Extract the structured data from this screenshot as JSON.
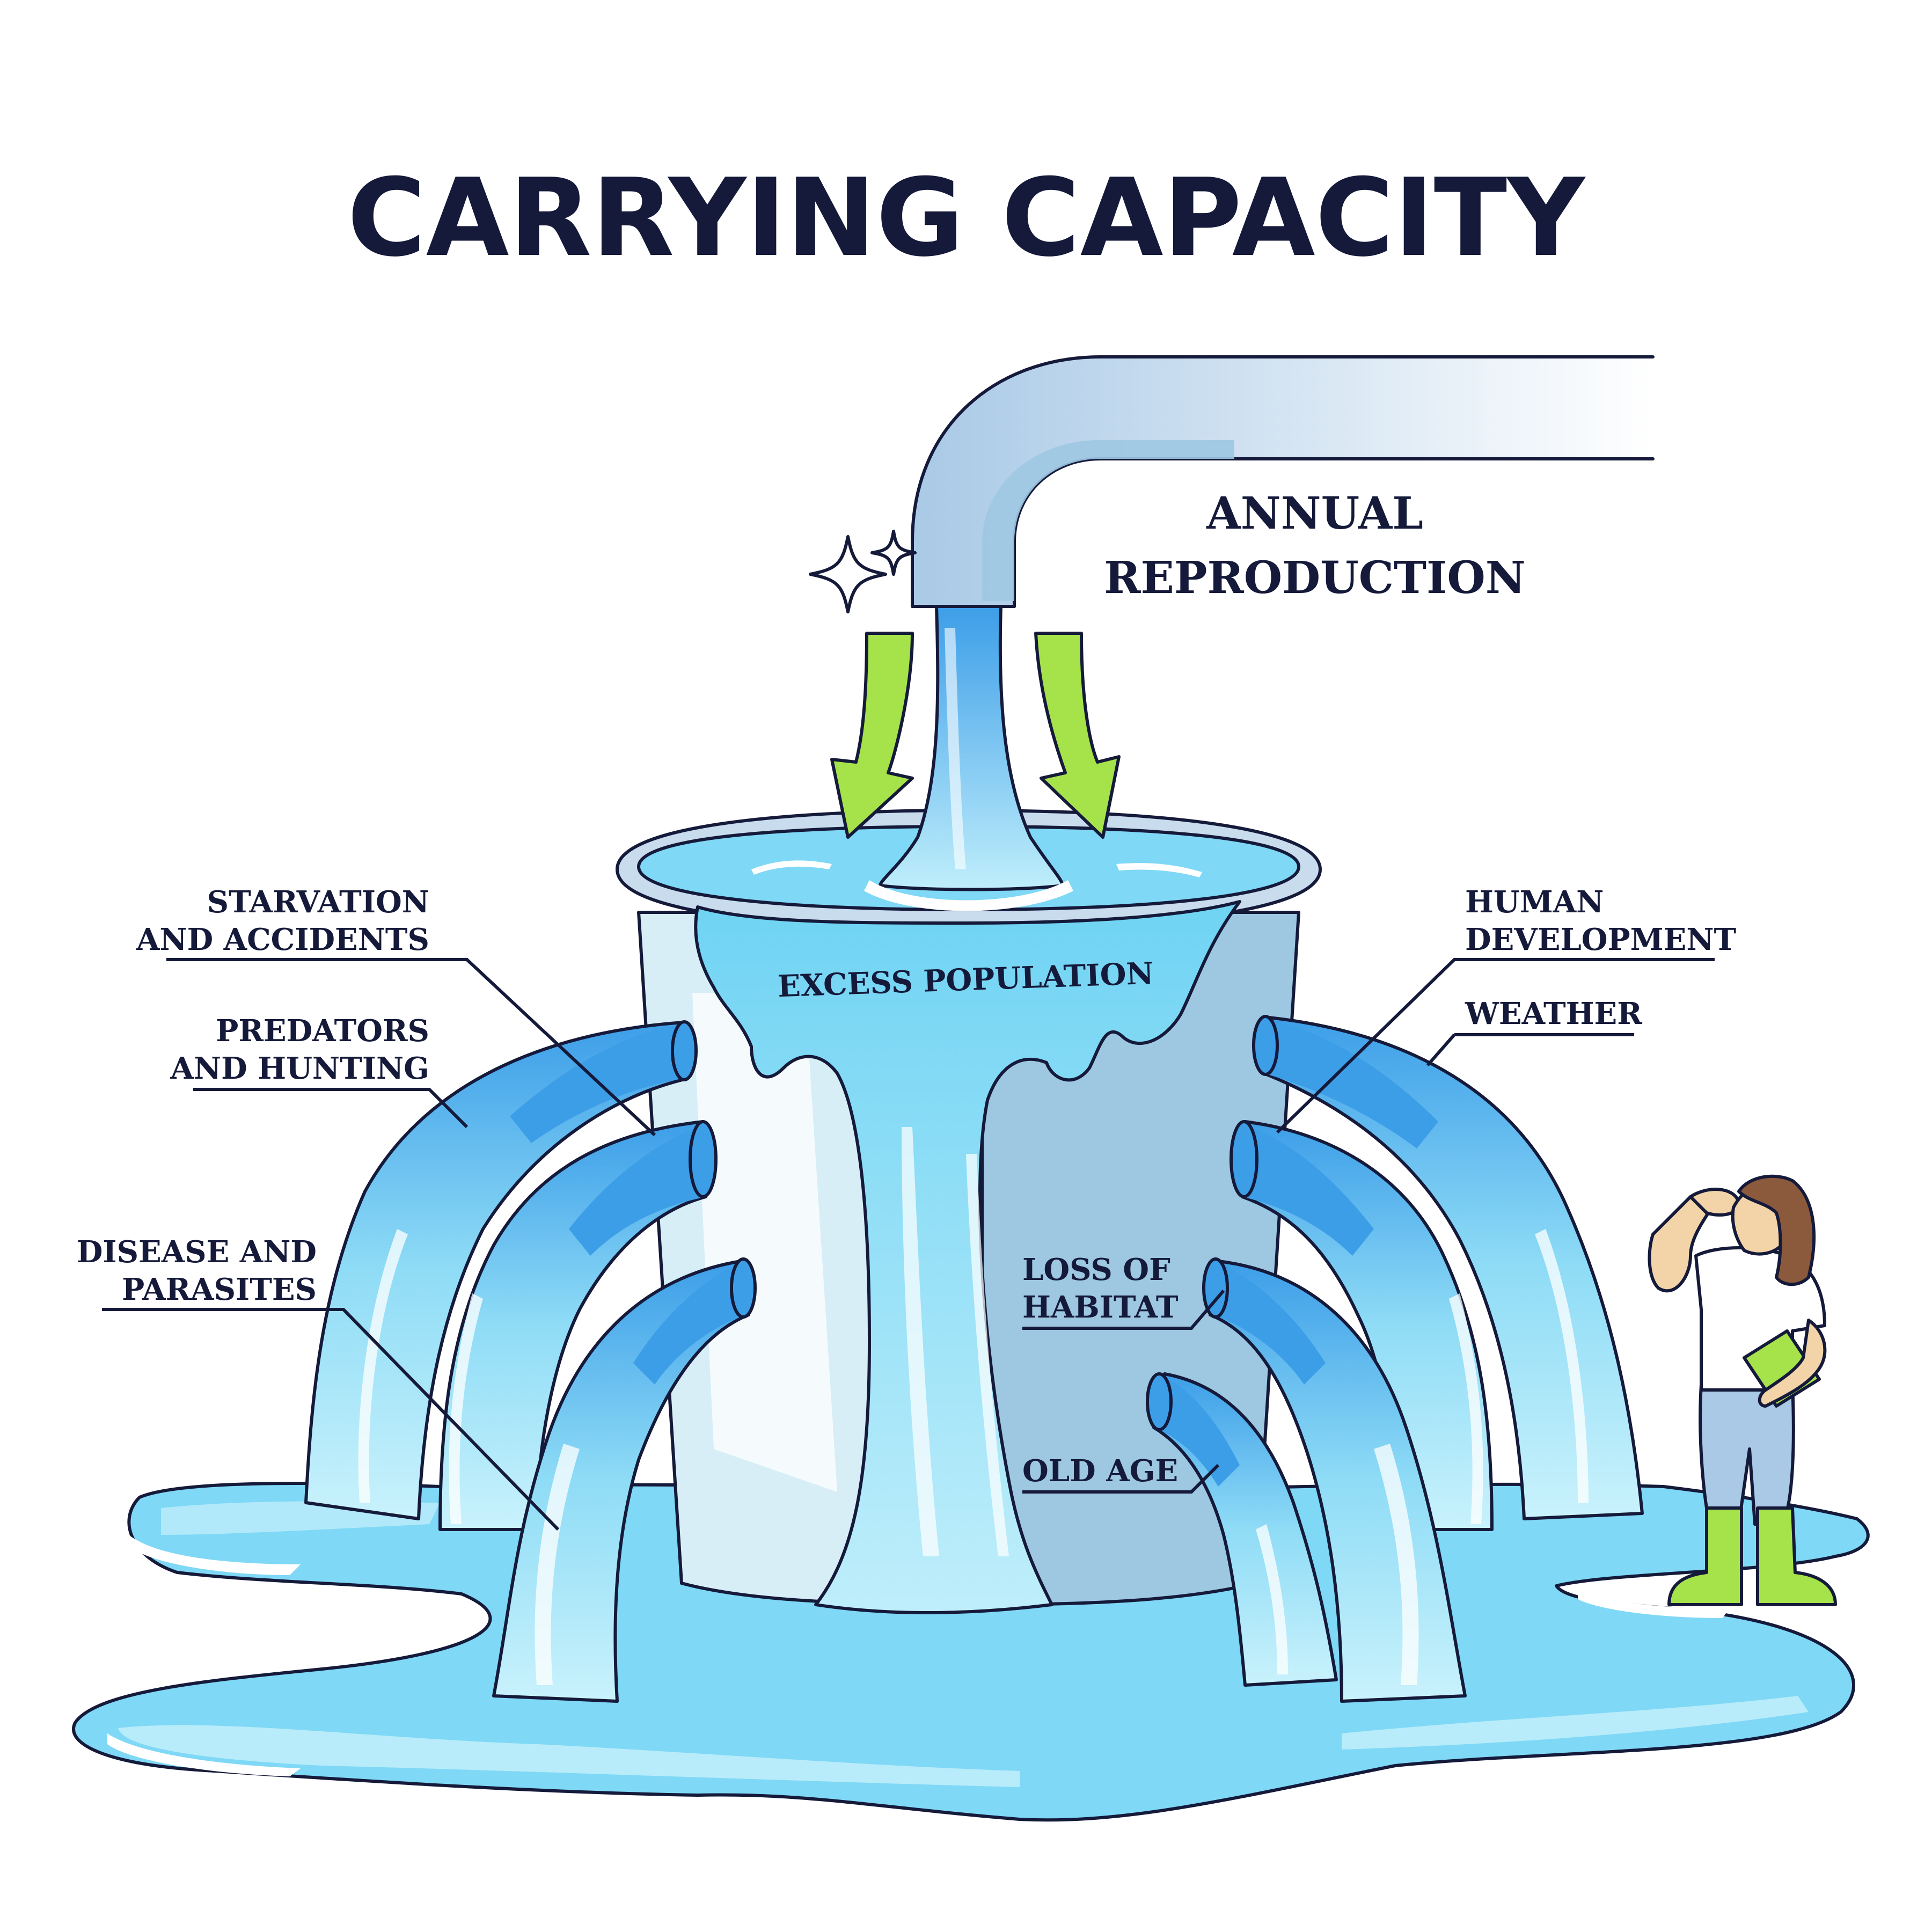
{
  "title": "CARRYING CAPACITY",
  "labels": {
    "annual_reproduction_1": "ANNUAL",
    "annual_reproduction_2": "REPRODUCTION",
    "excess_population": "EXCESS POPULATION",
    "starvation_1": "STARVATION",
    "starvation_2": "AND ACCIDENTS",
    "predators_1": "PREDATORS",
    "predators_2": "AND HUNTING",
    "disease_1": "DISEASE AND",
    "disease_2": "PARASITES",
    "human_dev_1": "HUMAN",
    "human_dev_2": "DEVELOPMENT",
    "weather": "WEATHER",
    "habitat_1": "LOSS OF",
    "habitat_2": "HABITAT",
    "old_age": "OLD AGE"
  },
  "colors": {
    "outline": "#151a3a",
    "water_light": "#bfeefb",
    "water_mid": "#7fd8f5",
    "water_deep": "#3d9ee8",
    "pipe": "#a9c9e6",
    "bucket_left": "#d7eef7",
    "bucket_right": "#9ec8e2",
    "arrow_green": "#a6e24a",
    "boots": "#a6e24a"
  }
}
